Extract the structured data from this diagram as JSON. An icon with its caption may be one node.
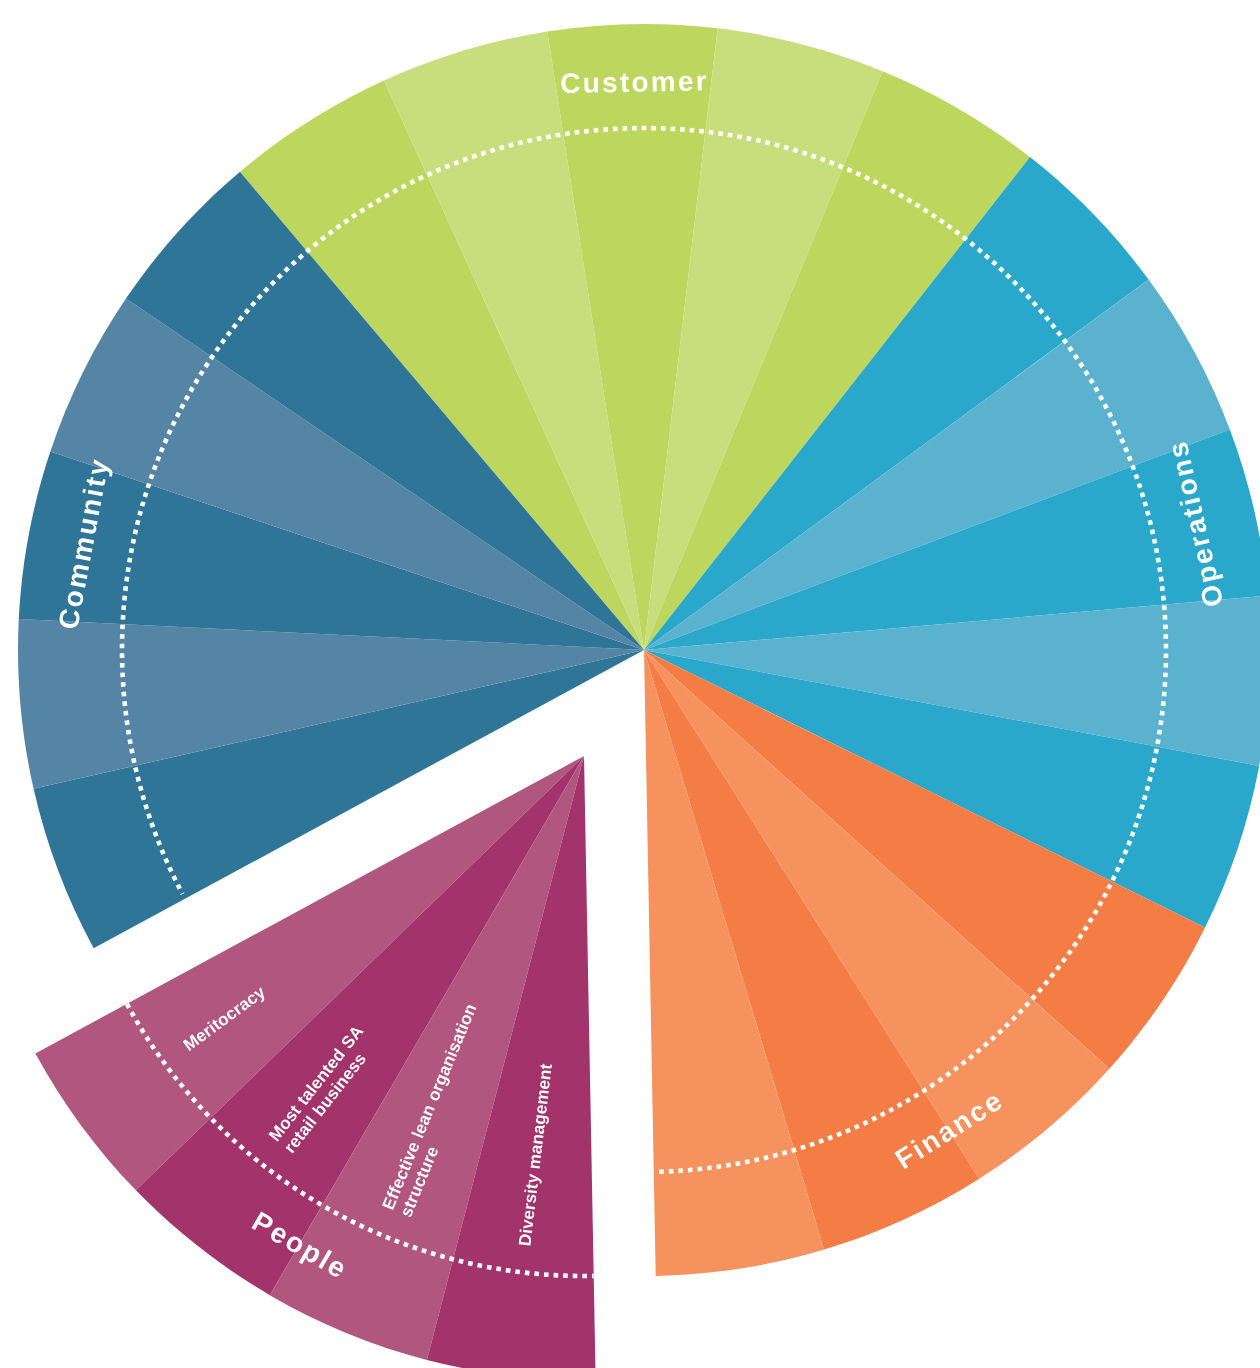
{
  "diagram": {
    "nodes": [
      {
        "text": [],
        "shape": "wedge"
      },
      {
        "text": [],
        "shape": "wedge"
      },
      {
        "text": [],
        "shape": "wedge"
      },
      {
        "text": [],
        "shape": "wedge"
      },
      {
        "text": [],
        "shape": "wedge"
      },
      {
        "text": [],
        "shape": "wedge"
      },
      {
        "text": [],
        "shape": "wedge"
      },
      {
        "text": [],
        "shape": "wedge"
      },
      {
        "text": [],
        "shape": "wedge"
      },
      {
        "text": [],
        "shape": "wedge"
      },
      {
        "text": [],
        "shape": "wedge"
      },
      {
        "text": [],
        "shape": "wedge"
      },
      {
        "text": [],
        "shape": "wedge"
      },
      {
        "text": [],
        "shape": "wedge"
      },
      {
        "text": [
          "Meritocracy"
        ]
      },
      {
        "text": [
          "Most talented SA retail business"
        ]
      },
      {
        "text": [
          "Effective lean organisation structure"
        ]
      },
      {
        "text": [
          "Diversity management"
        ]
      },
      {
        "text": [],
        "shape": "wedge"
      },
      {
        "text": [],
        "shape": "wedge"
      },
      {
        "text": [],
        "shape": "wedge"
      },
      {
        "text": [],
        "shape": "wedge"
      },
      {
        "text": [],
        "shape": "wedge"
      }
    ],
    "labels": [
      "Customer",
      "Operations",
      "Finance",
      "People",
      "Community"
    ]
  }
}
